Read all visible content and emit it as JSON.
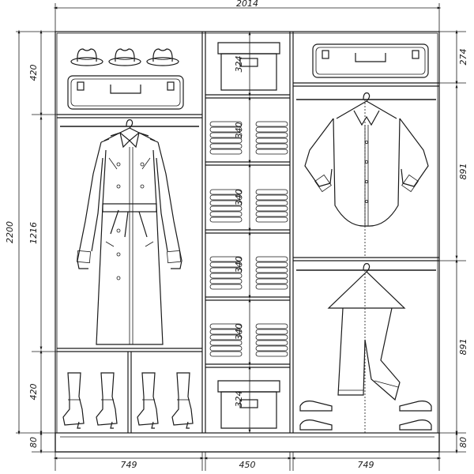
{
  "dimensions": {
    "total_width": "2014",
    "total_height": "2200",
    "left_width": "749",
    "middle_width": "450",
    "right_width": "749",
    "left_top": "420",
    "left_hanging": "1216",
    "left_bottom": "420",
    "plinth_left": "80",
    "plinth_right": "80",
    "middle_top_box": "324",
    "middle_shelf_1": "340",
    "middle_shelf_2": "340",
    "middle_shelf_3": "340",
    "middle_shelf_4": "340",
    "middle_bottom_box": "324",
    "right_top": "274",
    "right_upper": "891",
    "right_lower": "891"
  }
}
